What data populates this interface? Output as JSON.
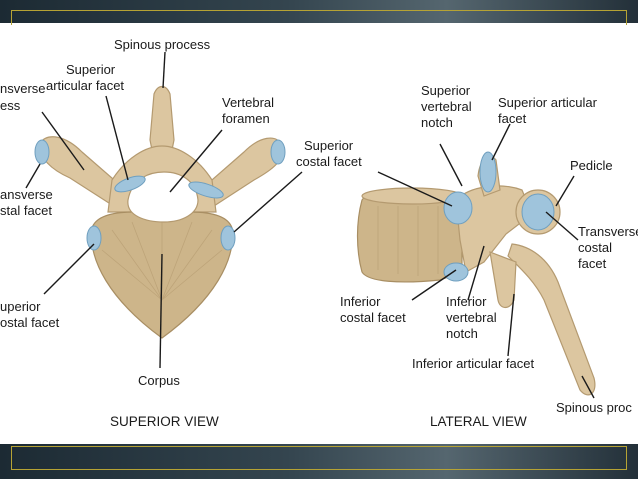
{
  "superior_view": {
    "title": "SUPERIOR VIEW",
    "labels": {
      "spinous_process": "Spinous process",
      "superior_articular_facet_1": "Superior",
      "superior_articular_facet_2": "articular facet",
      "vertebral_foramen_1": "Vertebral",
      "vertebral_foramen_2": "foramen",
      "transverse_process_1": "nsverse",
      "transverse_process_2": "ess",
      "transverse_costal_facet_1": "ansverse",
      "transverse_costal_facet_2": "stal facet",
      "superior_costal_facet_1": "Superior",
      "superior_costal_facet_2": "costal facet",
      "superior_costal_facet_left_1": "uperior",
      "superior_costal_facet_left_2": "ostal facet",
      "corpus": "Corpus"
    }
  },
  "lateral_view": {
    "title": "LATERAL VIEW",
    "labels": {
      "superior_vertebral_notch_1": "Superior",
      "superior_vertebral_notch_2": "vertebral",
      "superior_vertebral_notch_3": "notch",
      "superior_articular_facet_1": "Superior articular",
      "superior_articular_facet_2": "facet",
      "pedicle": "Pedicle",
      "transverse_costal_facet_1": "Transverse",
      "transverse_costal_facet_2": "costal",
      "transverse_costal_facet_3": "facet",
      "inferior_costal_facet_1": "Inferior",
      "inferior_costal_facet_2": "costal facet",
      "inferior_vertebral_notch_1": "Inferior",
      "inferior_vertebral_notch_2": "vertebral",
      "inferior_vertebral_notch_3": "notch",
      "inferior_articular_facet": "Inferior articular facet",
      "spinous_process": "Spinous proc"
    }
  },
  "colors": {
    "bone": "#dcc6a0",
    "facet": "#9fc4dc",
    "band": "#2e3e48",
    "band_frame": "#b6a334"
  }
}
